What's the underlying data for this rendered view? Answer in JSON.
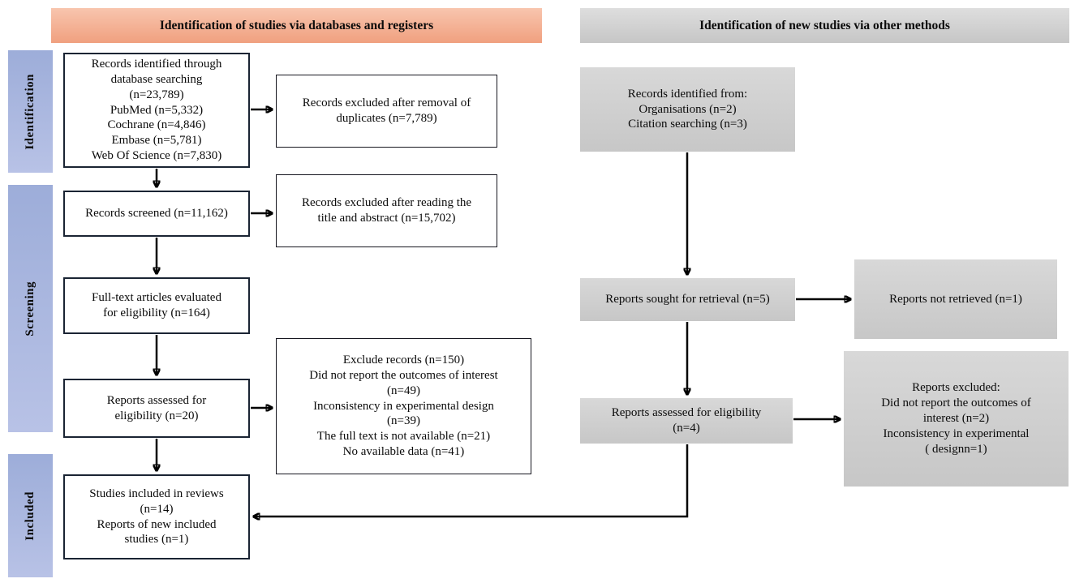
{
  "colors": {
    "orange_top": "#f8c5ae",
    "orange_bottom": "#f0a07f",
    "grayhdr_top": "#dedede",
    "grayhdr_bottom": "#c6c6c6",
    "graybox_top": "#d8d8d8",
    "graybox_bottom": "#c7c7c7",
    "blue_top": "#9dadd9",
    "blue_bottom": "#b8c2e6",
    "leftbox_border": "#1a2433",
    "arrow": "#000000"
  },
  "headers": {
    "left": "Identification of studies via databases and registers",
    "right": "Identification of new studies via other methods"
  },
  "sidebar": {
    "identification": "Identification",
    "screening": "Screening",
    "included": "Included"
  },
  "nodes": {
    "db_identified": "Records identified through\ndatabase searching\n(n=23,789)\nPubMed (n=5,332)\nCochrane (n=4,846)\nEmbase (n=5,781)\nWeb Of Science (n=7,830)",
    "dup_excluded": "Records excluded after removal of\nduplicates (n=7,789)",
    "records_screened": "Records screened (n=11,162)",
    "title_abstract_excluded": "Records excluded after reading the\ntitle and abstract (n=15,702)",
    "fulltext_evaluated": "Full-text articles evaluated\nfor eligibility (n=164)",
    "exclude_records": "Exclude records (n=150)\nDid not report the outcomes of interest\n(n=49)\nInconsistency in experimental design\n(n=39)\nThe full text is not available (n=21)\nNo available data (n=41)",
    "reports_assessed": "Reports assessed for\neligibility (n=20)",
    "studies_included": "Studies included in reviews\n(n=14)\nReports of new included\nstudies (n=1)",
    "other_identified": "Records identified from:\nOrganisations (n=2)\nCitation searching (n=3)",
    "reports_sought": "Reports sought for retrieval (n=5)",
    "reports_not_retrieved": "Reports not retrieved (n=1)",
    "other_reports_assessed": "Reports assessed for eligibility\n(n=4)",
    "other_reports_excluded": "Reports excluded:\nDid not report the outcomes of\ninterest (n=2)\nInconsistency in experimental\n( designn=1)"
  }
}
